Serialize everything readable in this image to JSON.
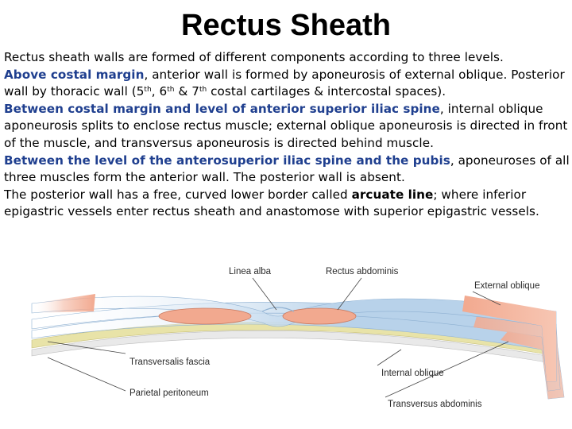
{
  "slide": {
    "title": "Rectus Sheath",
    "p1": {
      "text": "Rectus sheath walls are formed of different components according to three levels."
    },
    "p2": {
      "highlight": "Above costal margin",
      "text": ", anterior wall is formed by aponeurosis of external oblique. Posterior wall by thoracic wall (5",
      "sup1": "th",
      "t2": ", 6",
      "sup2": "th",
      "t3": " & 7",
      "sup3": "th",
      "t4": " costal cartilages & intercostal spaces)."
    },
    "p3": {
      "highlight": "Between costal margin and level of anterior superior iliac spine",
      "text": ", internal oblique aponeurosis splits to enclose rectus muscle; external oblique aponeurosis is directed in front of the muscle, and transversus aponeurosis is directed behind muscle."
    },
    "p4": {
      "highlight": "Between the level of the anterosuperior iliac spine and the pubis",
      "text": ", aponeuroses of all three muscles form the anterior wall. The posterior wall is absent."
    },
    "p5": {
      "t1": "The posterior wall has a free, curved lower border called ",
      "bold": "arcuate line",
      "t2": "; where inferior epigastric vessels enter rectus sheath and anastomose with superior epigastric vessels."
    }
  },
  "diagram": {
    "labels": {
      "linea_alba": "Linea alba",
      "rectus_abdominis": "Rectus abdominis",
      "external_oblique": "External oblique",
      "transversalis_fascia": "Transversalis fascia",
      "internal_oblique": "Internal oblique",
      "parietal_peritoneum": "Parietal peritoneum",
      "transversus_abdominis": "Transversus abdominis"
    },
    "colors": {
      "muscle": "#f2a98f",
      "aponeurosis": "#b8d2ea",
      "fascia": "#e8e3a8",
      "peritoneum": "#e9e9e9",
      "leader_lines": "#444444"
    }
  }
}
